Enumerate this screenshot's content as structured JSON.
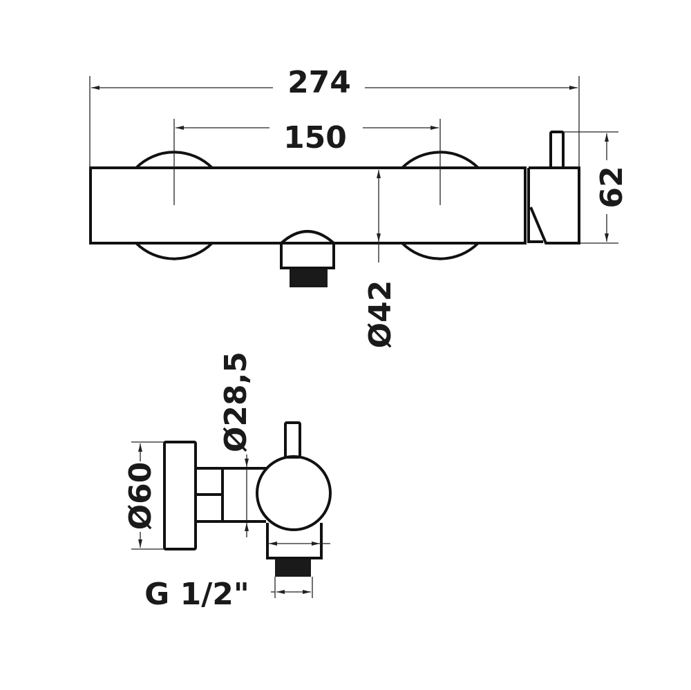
{
  "dimensions": {
    "overall_length": "274",
    "flange_spacing": "150",
    "body_height": "62",
    "body_diameter": "Ø42",
    "flange_diameter": "Ø60",
    "stem_diameter": "Ø28,5",
    "thread": "G 1/2\""
  },
  "colors": {
    "line": "#111111",
    "background": "#ffffff"
  }
}
